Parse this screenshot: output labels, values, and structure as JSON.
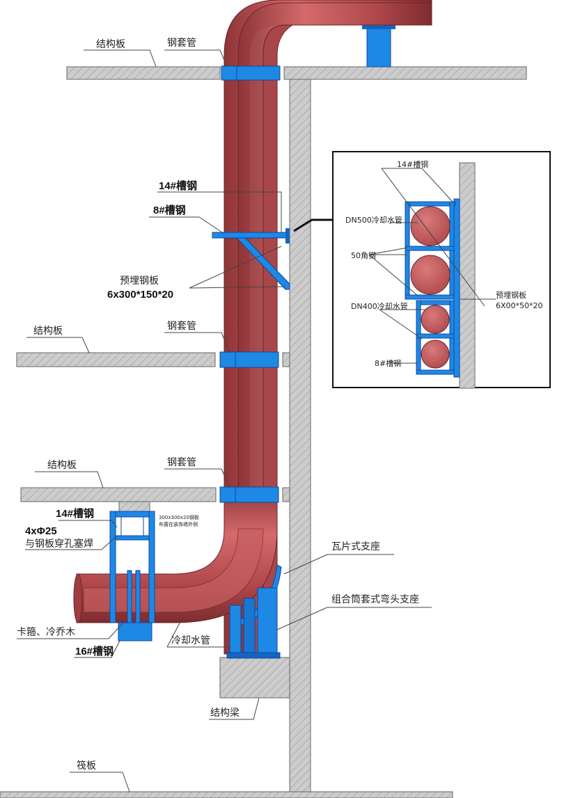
{
  "labels": {
    "slab_top": "结构板",
    "sleeve_top": "钢套管",
    "ch14_main": "14#槽钢",
    "ch8_main": "8#槽钢",
    "embed_plate_l1": "预埋钢板",
    "embed_plate_l2": "6x300*150*20",
    "slab_mid": "结构板",
    "sleeve_mid": "钢套管",
    "slab_low": "结构板",
    "sleeve_low": "钢套管",
    "ch14_low": "14#槽钢",
    "plate_note_l1": "300x300x20钢板",
    "plate_note_l2": "布置在装饰墙外侧",
    "bolt_l1": "4xΦ25",
    "bolt_l2": "与钢板穿孔塞焊",
    "tile_support": "瓦片式支座",
    "elbow_support": "组合筒套式弯头支座",
    "clamp": "卡箍、冷乔木",
    "ch16": "16#槽钢",
    "cooling_pipe": "冷却水管",
    "struct_beam": "结构梁",
    "raft": "筏板"
  },
  "detail": {
    "ch14": "14#槽钢",
    "dn500": "DN500冷却水管",
    "angle50": "50角钢",
    "dn400": "DN400冷却水管",
    "ch8": "8#槽钢",
    "embed_l1": "预埋钢板",
    "embed_l2": "6X00*50*20"
  },
  "colors": {
    "pipe": "#c0585a",
    "pipe_dark": "#8e3437",
    "steel": "#1e88e5",
    "concrete": "#c8c8c8"
  }
}
